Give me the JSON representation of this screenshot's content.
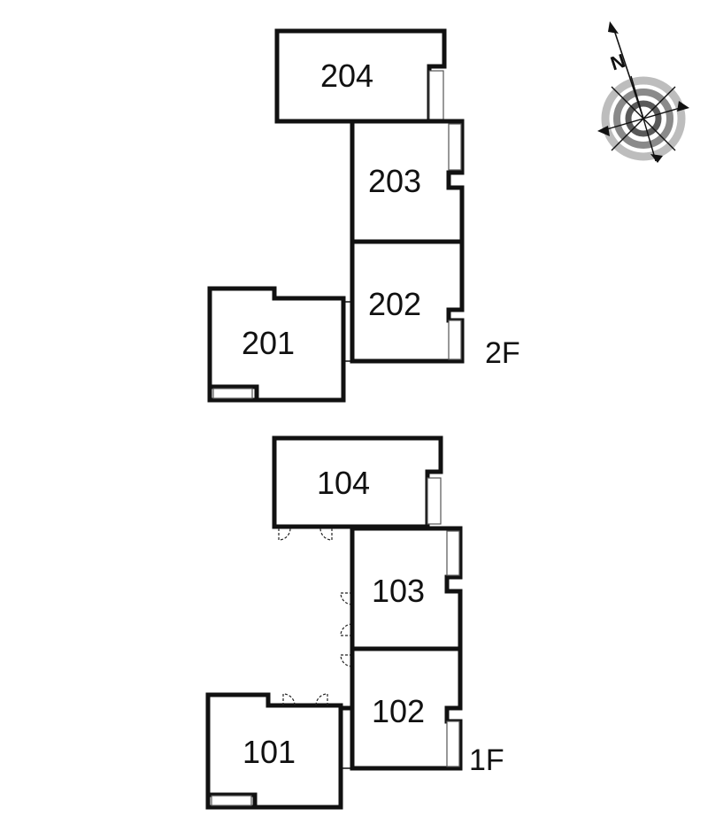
{
  "floors": {
    "second": {
      "label": "2F",
      "rooms": [
        {
          "number": "204"
        },
        {
          "number": "203"
        },
        {
          "number": "202"
        },
        {
          "number": "201"
        }
      ]
    },
    "first": {
      "label": "1F",
      "rooms": [
        {
          "number": "104"
        },
        {
          "number": "103"
        },
        {
          "number": "102"
        },
        {
          "number": "101"
        }
      ]
    }
  },
  "compass": {
    "north_letter": "N",
    "icon": "compass-rose-icon"
  },
  "colors": {
    "wall": "#111111",
    "compass_outer": "#bdbdbd",
    "compass_mid": "#8a8a8a",
    "compass_inner": "#5a5a5a"
  }
}
